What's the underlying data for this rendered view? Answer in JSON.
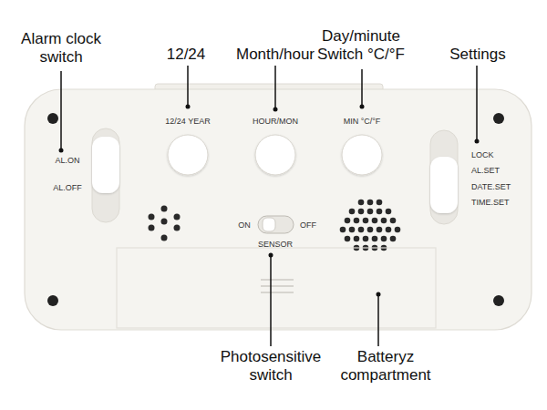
{
  "diagram": {
    "labels": [
      "Alarm clock switch",
      "12/24",
      "Month/hour",
      "Day/minute Switch °C/°F",
      "Settings",
      "AL.ON",
      "AL.OFF",
      "12/24 YEAR",
      "HOUR/MON",
      "MIN °C/°F",
      "LOCK",
      "AL.SET",
      "DATE.SET",
      "TIME.SET",
      "ON",
      "OFF",
      "SENSOR",
      "Photosensitive switch",
      "Batteryz compartment"
    ]
  }
}
